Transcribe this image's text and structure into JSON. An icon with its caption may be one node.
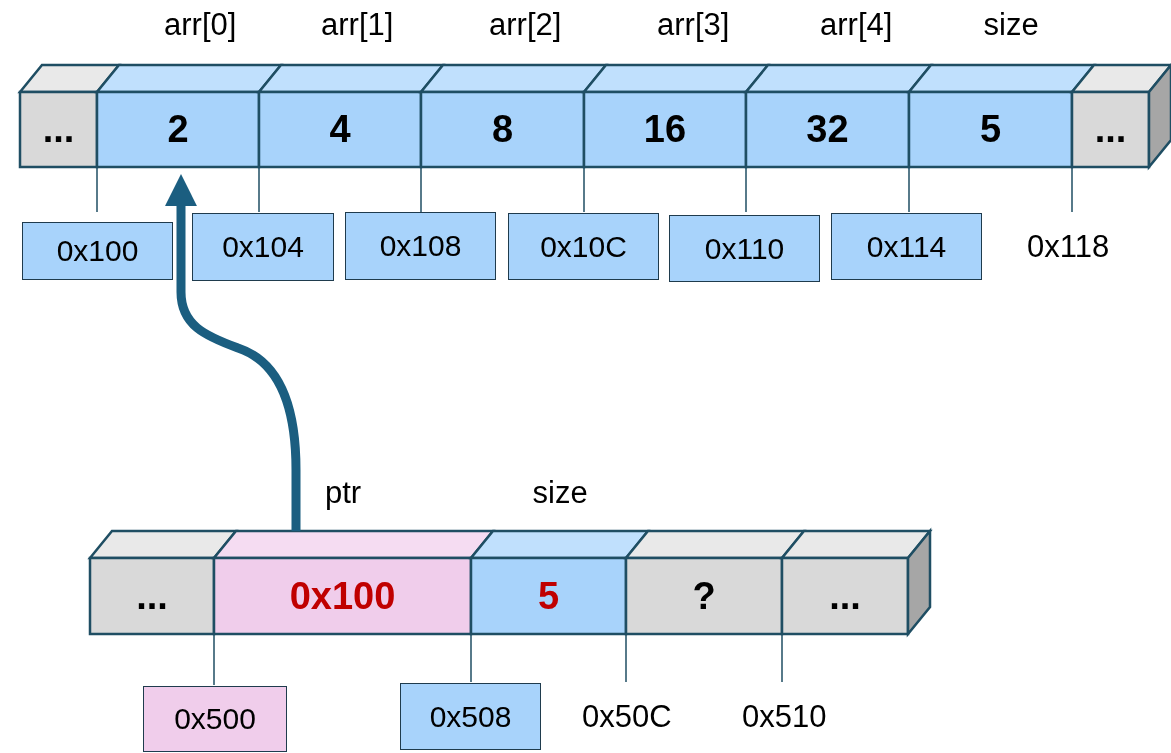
{
  "diagram": {
    "nodes": [
      {
        "text": [
          "..."
        ]
      },
      {
        "text": [
          "2"
        ],
        "beside": [
          "arr[0]"
        ]
      },
      {
        "text": [
          "4"
        ],
        "beside": [
          "arr[1]"
        ]
      },
      {
        "text": [
          "8"
        ],
        "beside": [
          "arr[2]"
        ]
      },
      {
        "text": [
          "16"
        ],
        "beside": [
          "arr[3]"
        ]
      },
      {
        "text": [
          "32"
        ],
        "beside": [
          "arr[4]"
        ]
      },
      {
        "text": [
          "5"
        ],
        "beside": [
          "size"
        ]
      },
      {
        "text": [
          "..."
        ]
      },
      {
        "text": [
          "0x100"
        ]
      },
      {
        "text": [
          "0x104"
        ]
      },
      {
        "text": [
          "0x108"
        ]
      },
      {
        "text": [
          "0x10C"
        ]
      },
      {
        "text": [
          "0x110"
        ]
      },
      {
        "text": [
          "0x114"
        ]
      },
      {
        "text": [
          "..."
        ]
      },
      {
        "text": [
          "0x100"
        ],
        "beside": [
          "ptr"
        ]
      },
      {
        "text": [
          "5"
        ],
        "beside": [
          "size"
        ]
      },
      {
        "text": [
          "?"
        ]
      },
      {
        "text": [
          "..."
        ]
      },
      {
        "text": [
          "0x500"
        ]
      },
      {
        "text": [
          "0x508"
        ]
      }
    ],
    "edges": [
      {
        "from": 15,
        "to": 1,
        "arrow": "to"
      }
    ],
    "labels": [
      "0x118",
      "0x50C",
      "0x510"
    ]
  }
}
